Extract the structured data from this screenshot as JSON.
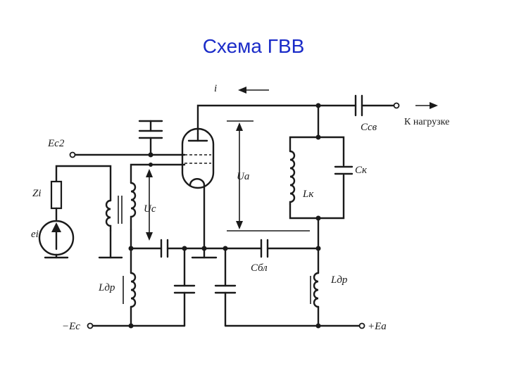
{
  "title": "Схема ГВВ",
  "labels": {
    "current": "i",
    "c_coupling": "Cсв",
    "to_load": "К нагрузке",
    "ec2": "Eс2",
    "ck": "Cк",
    "ua": "Uа",
    "lk": "Lк",
    "zi": "Zi",
    "uc": "Uс",
    "ei": "ei",
    "cbl": "Cбл",
    "ldr_left": "Lдр",
    "ldr_right": "Lдр",
    "minus_ec": "−Eс",
    "plus_ea": "+Eа"
  }
}
